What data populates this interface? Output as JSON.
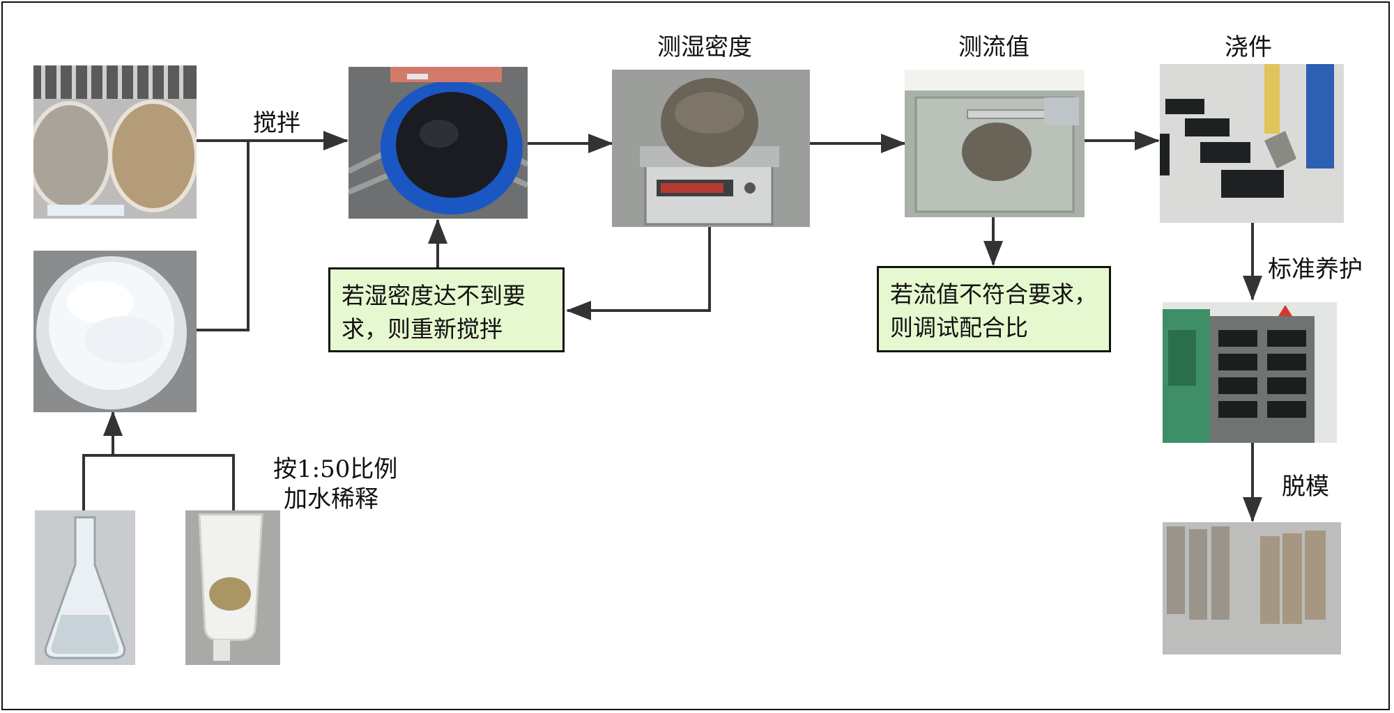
{
  "steps": {
    "mix_label": "搅拌",
    "wet_density_label": "测湿密度",
    "flow_label": "测流值",
    "pour_label": "浇件",
    "cure_label": "标准养护",
    "demold_label": "脱模",
    "dilute_label_line1": "按1:50比例",
    "dilute_label_line2": "加水稀释"
  },
  "notes": {
    "density_fail_line1": "若湿密度达不到要",
    "density_fail_line2": "求，则重新搅拌",
    "flow_fail_line1": "若流值不符合要求，",
    "flow_fail_line2": "则调试配合比"
  },
  "colors": {
    "note_fill": "#e6f8cf",
    "arrow": "#333333"
  }
}
